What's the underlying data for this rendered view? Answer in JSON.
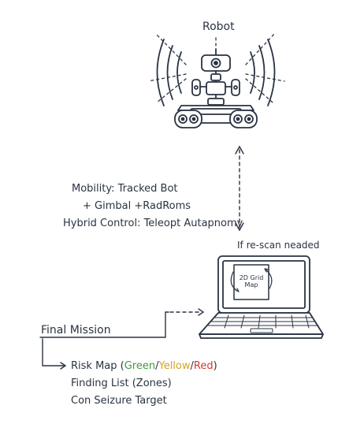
{
  "robot": {
    "title": "Robot"
  },
  "specs": {
    "line1": "Mobility:  Tracked Bot",
    "line2": "+ Gimbal +RadRoms",
    "line3": "Hybrid Control: Teleopt Autapnomy"
  },
  "rescan_label": "If re-scan neaded",
  "laptop_screen": {
    "line1": "2D Grid",
    "line2": "Map"
  },
  "final_mission": {
    "title": "Final Mission",
    "risk_map_prefix": "Risk Map (",
    "risk_green": "Green",
    "sep1": "/",
    "risk_yellow": "Yellow",
    "sep2": "/",
    "risk_red": "Red",
    "risk_map_suffix": ")",
    "item2": "Finding List (Zones)",
    "item3": "Con Seizure Target"
  },
  "colors": {
    "ink": "#2a3342",
    "green": "#3f9a3a",
    "yellow": "#d9a21b",
    "red": "#d33a2c"
  }
}
